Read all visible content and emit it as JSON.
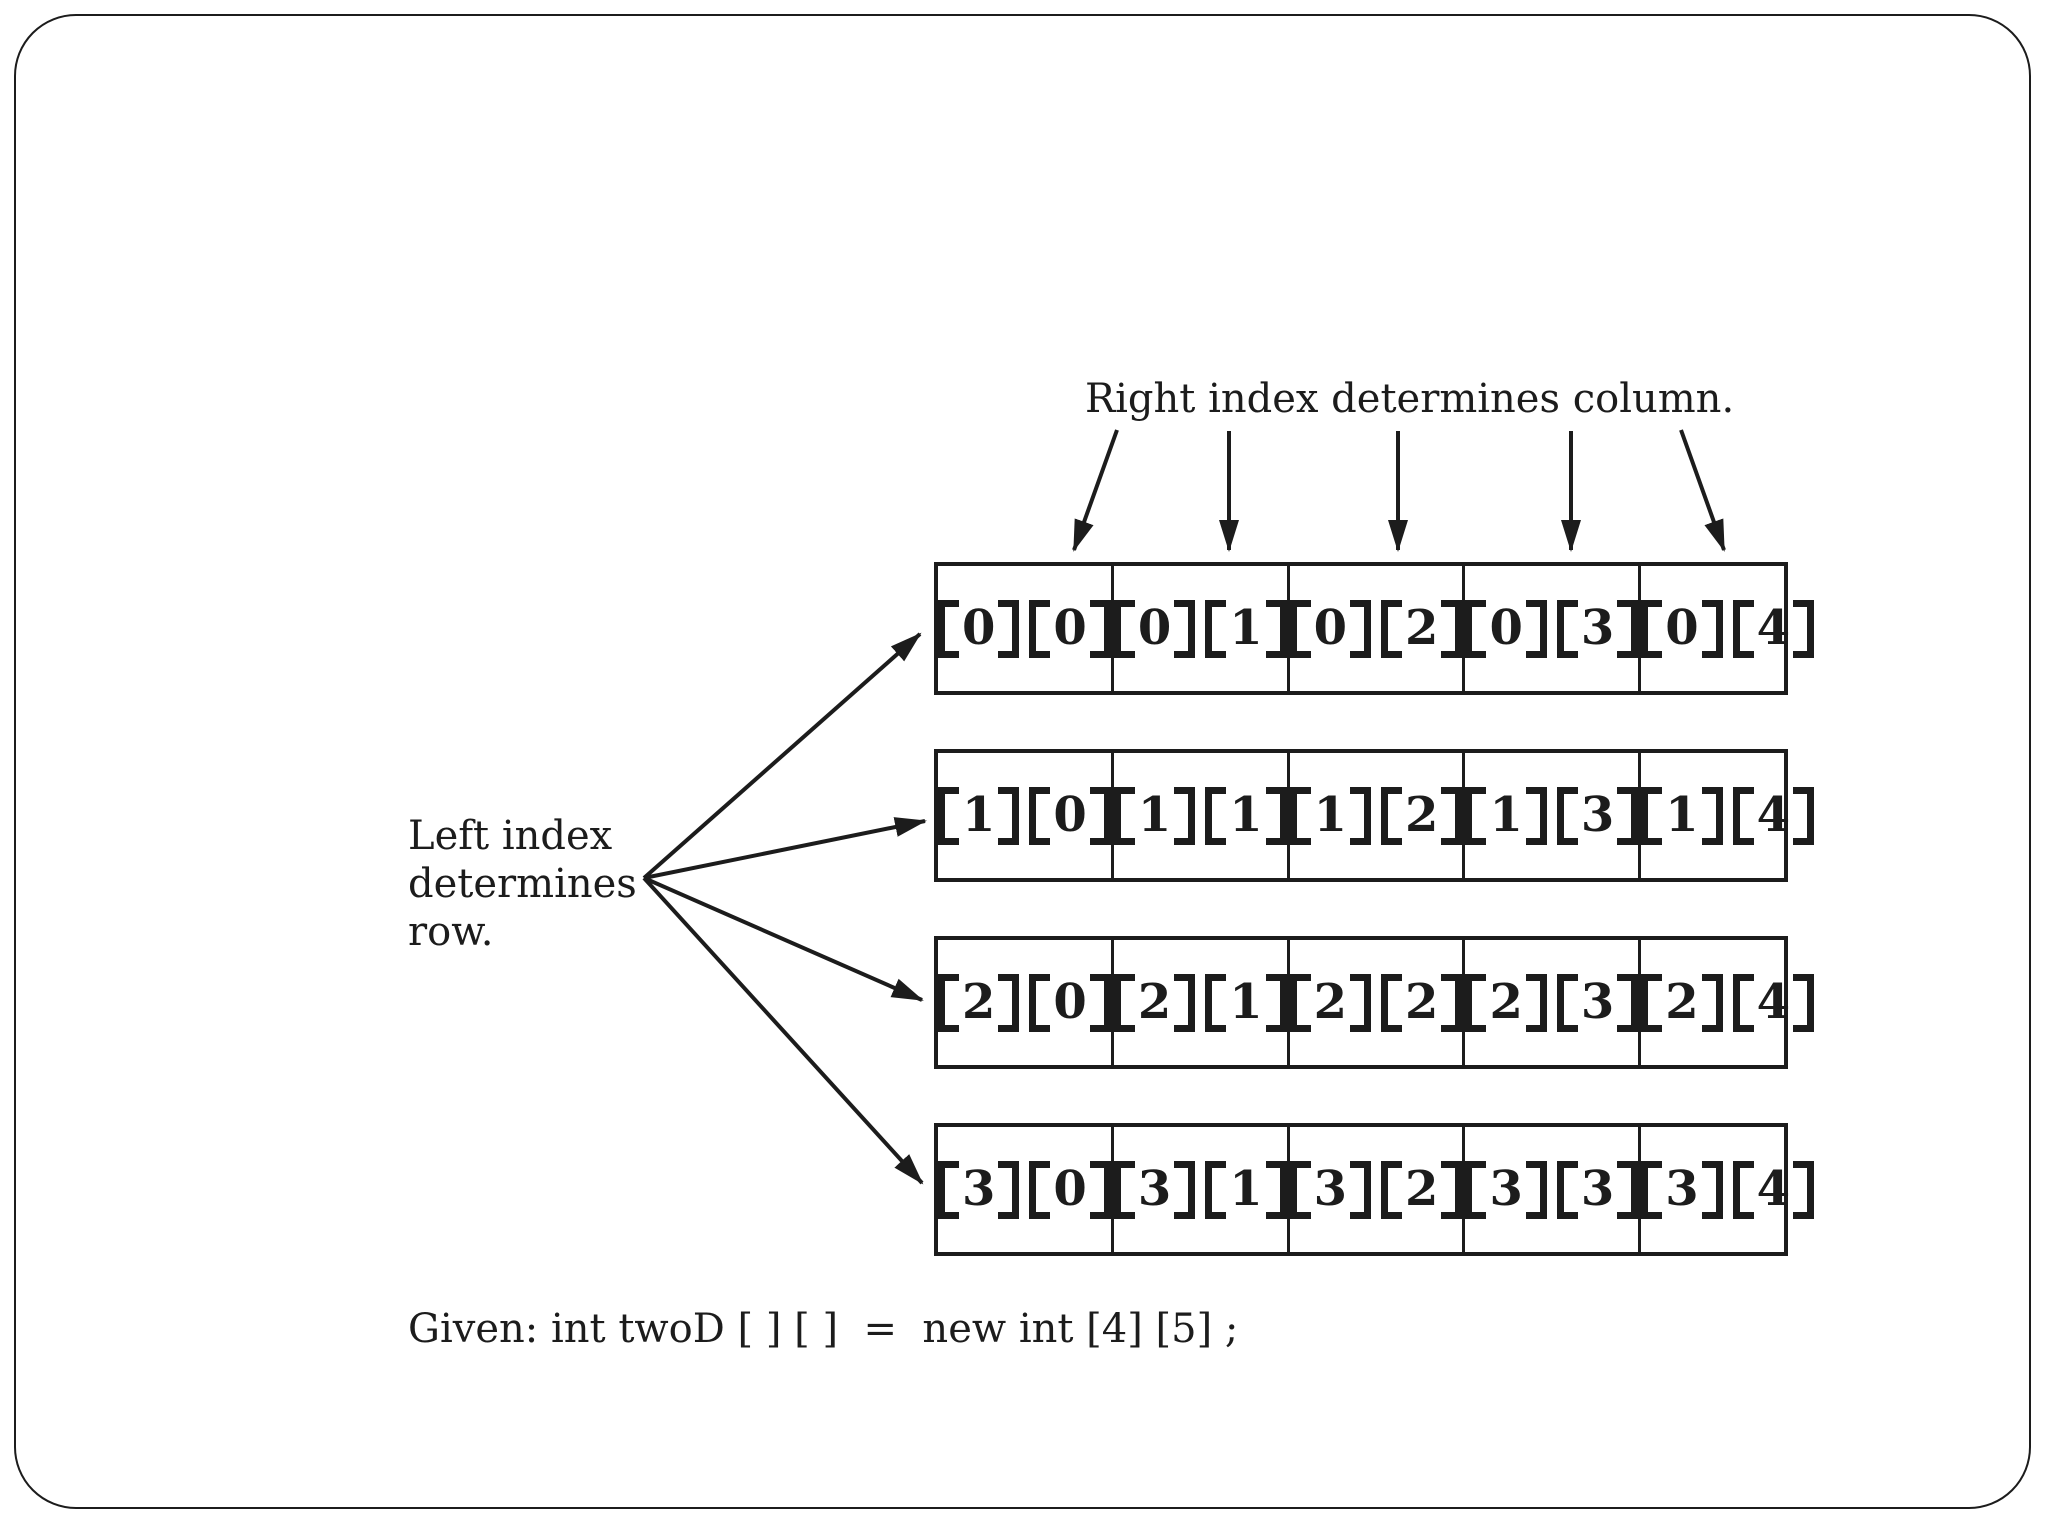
{
  "figure": {
    "top_caption": "Right index determines column.",
    "left_caption_lines": [
      "Left index",
      "determines",
      "row."
    ],
    "given_statement": "Given: int twoD [ ] [ ]  =  new int [4] [5] ;"
  },
  "array": {
    "row_count": 4,
    "col_count": 5,
    "rows": [
      {
        "cells": [
          {
            "left": "0",
            "right": "0"
          },
          {
            "left": "0",
            "right": "1"
          },
          {
            "left": "0",
            "right": "2"
          },
          {
            "left": "0",
            "right": "3"
          },
          {
            "left": "0",
            "right": "4"
          }
        ]
      },
      {
        "cells": [
          {
            "left": "1",
            "right": "0"
          },
          {
            "left": "1",
            "right": "1"
          },
          {
            "left": "1",
            "right": "2"
          },
          {
            "left": "1",
            "right": "3"
          },
          {
            "left": "1",
            "right": "4"
          }
        ]
      },
      {
        "cells": [
          {
            "left": "2",
            "right": "0"
          },
          {
            "left": "2",
            "right": "1"
          },
          {
            "left": "2",
            "right": "2"
          },
          {
            "left": "2",
            "right": "3"
          },
          {
            "left": "2",
            "right": "4"
          }
        ]
      },
      {
        "cells": [
          {
            "left": "3",
            "right": "0"
          },
          {
            "left": "3",
            "right": "1"
          },
          {
            "left": "3",
            "right": "2"
          },
          {
            "left": "3",
            "right": "3"
          },
          {
            "left": "3",
            "right": "4"
          }
        ]
      }
    ]
  },
  "colors": {
    "ink": "#1c1c1c",
    "background": "#ffffff"
  }
}
